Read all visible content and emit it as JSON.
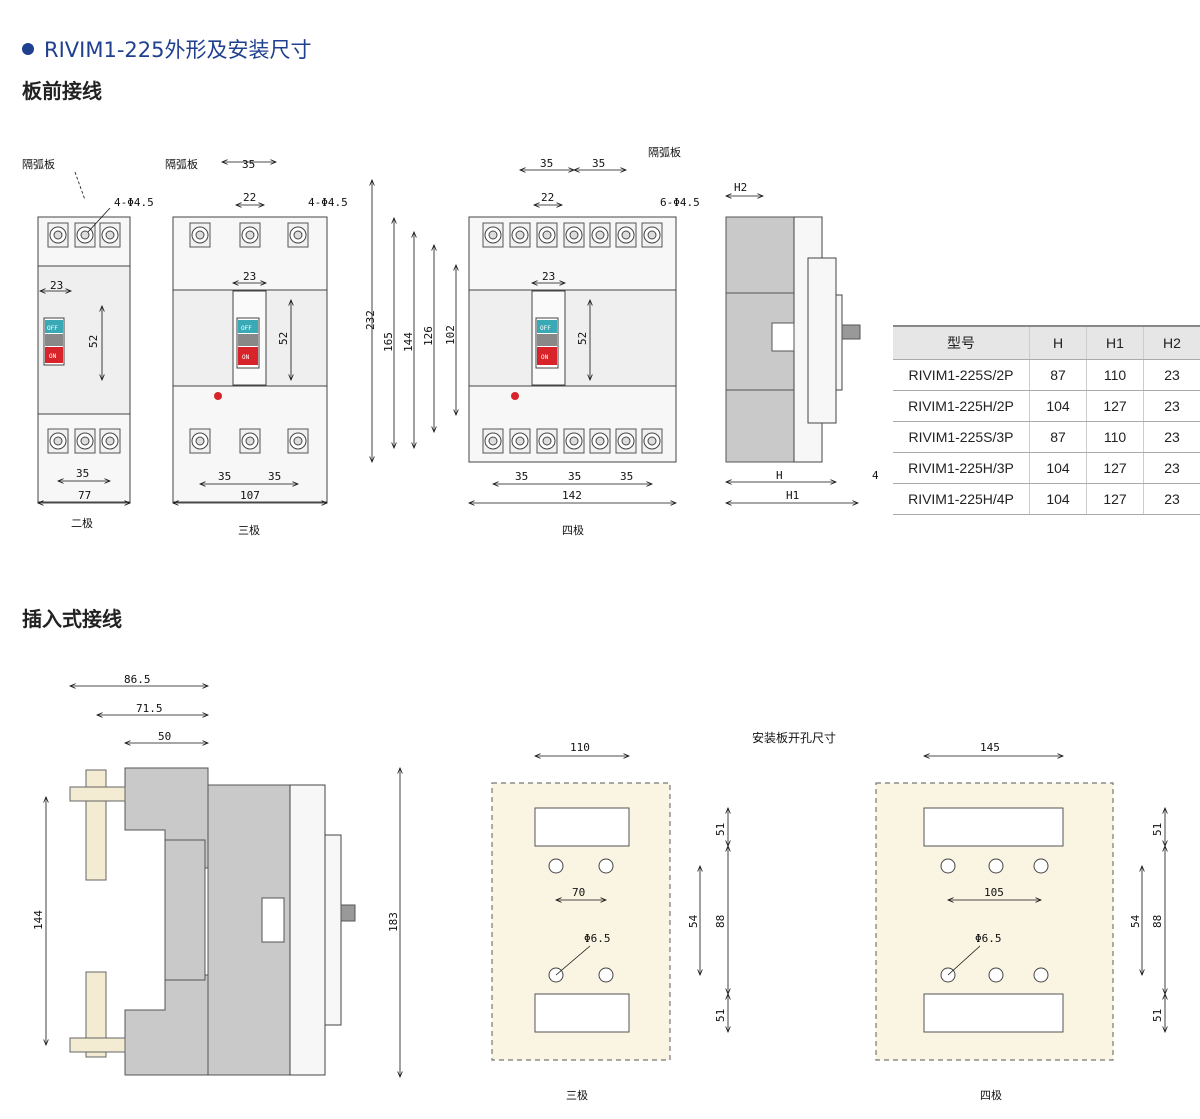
{
  "header": {
    "title": "RIVIM1-225外形及安装尺寸"
  },
  "section1": {
    "title": "板前接线"
  },
  "section2": {
    "title": "插入式接线"
  },
  "labels": {
    "arc_plate": "隔弧板",
    "two_pole": "二极",
    "three_pole": "三极",
    "four_pole": "四极",
    "mount_hole": "安装板开孔尺寸",
    "off": "OFF",
    "on": "ON"
  },
  "dims_front": {
    "d35": "35",
    "d22": "22",
    "d23": "23",
    "d52": "52",
    "d77": "77",
    "d107": "107",
    "d142": "142",
    "hole4": "4-Φ4.5",
    "hole6": "6-Φ4.5",
    "d232": "232",
    "d165": "165",
    "d144": "144",
    "d126": "126",
    "d102": "102",
    "h2": "H2",
    "h": "H",
    "h1": "H1",
    "d4": "4"
  },
  "dims_plugin": {
    "d865": "86.5",
    "d715": "71.5",
    "d50": "50",
    "d144": "144",
    "d183": "183",
    "d110": "110",
    "d145": "145",
    "d51": "51",
    "d70": "70",
    "d105": "105",
    "d54": "54",
    "d88": "88",
    "phi": "Φ6.5"
  },
  "spec_table": {
    "headers": [
      "型号",
      "H",
      "H1",
      "H2"
    ],
    "rows": [
      [
        "RIVIM1-225S/2P",
        "87",
        "110",
        "23"
      ],
      [
        "RIVIM1-225H/2P",
        "104",
        "127",
        "23"
      ],
      [
        "RIVIM1-225S/3P",
        "87",
        "110",
        "23"
      ],
      [
        "RIVIM1-225H/3P",
        "104",
        "127",
        "23"
      ],
      [
        "RIVIM1-225H/4P",
        "104",
        "127",
        "23"
      ]
    ]
  }
}
